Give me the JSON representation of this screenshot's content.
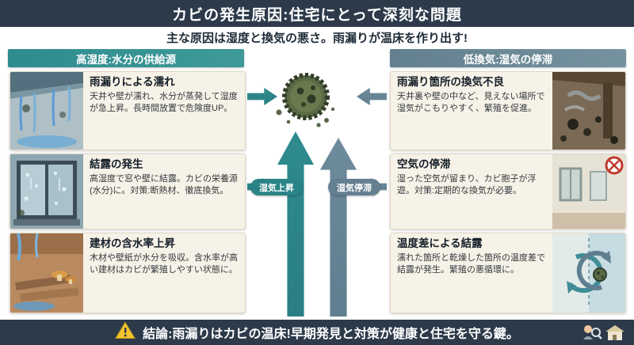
{
  "title": "カビの発生原因:住宅にとって深刻な問題",
  "subtitle": "主な原因は湿度と換気の悪さ。雨漏りが温床を作り出す!",
  "left_column": {
    "header": "高湿度:水分の供給源",
    "cards": [
      {
        "title": "雨漏りによる濡れ",
        "body": "天井や壁が濡れ、水分が蒸発して湿度が急上昇。長時間放置で危険度UP。",
        "icon": "ceiling-leak-illustration"
      },
      {
        "title": "結露の発生",
        "body": "高湿度で窓や壁に結露。カビの栄養源(水分)に。対策:断熱材、徹底換気。",
        "icon": "condensation-window-illustration"
      },
      {
        "title": "建材の含水率上昇",
        "body": "木材や壁紙が水分を吸収。含水率が高い建材はカビが繁殖しやすい状態に。",
        "icon": "wet-lumber-illustration"
      }
    ]
  },
  "right_column": {
    "header": "低換気:湿気の停滞",
    "cards": [
      {
        "title": "雨漏り箇所の換気不良",
        "body": "天井裏や壁の中など、見えない場所で湿気がこもりやすく、繁殖を促進。",
        "icon": "attic-mold-illustration"
      },
      {
        "title": "空気の停滞",
        "body": "湿った空気が留まり、カビ胞子が浮遊。対策:定期的な換気が必要。",
        "icon": "stagnant-room-illustration"
      },
      {
        "title": "温度差による結露",
        "body": "濡れた箇所と乾燥した箇所の温度差で結露が発生。繁殖の悪循環に。",
        "icon": "temperature-cycle-illustration"
      }
    ]
  },
  "center": {
    "mold_icon": "mold-spore-icon",
    "badge_rise": "湿気上昇",
    "badge_stagnation": "湿気停滞"
  },
  "footer": {
    "warning_icon": "warning-triangle-icon",
    "text": "結論:雨漏りはカビの温床!早期発見と対策が健康と住宅を守る鍵。",
    "deco_icons": [
      "inspector-icon",
      "house-icon"
    ]
  },
  "colors": {
    "bar": "#2c3a4a",
    "teal": "#2f8b8d",
    "gray_blue": "#6e8b9b",
    "card_bg": "#f7f2e7",
    "warning_yellow": "#f4c430"
  }
}
